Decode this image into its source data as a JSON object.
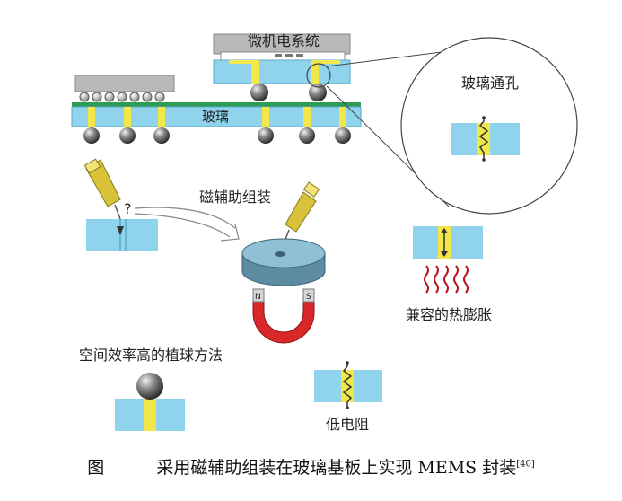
{
  "labels": {
    "mems": "微机电系统",
    "glass": "玻璃",
    "glass_via": "玻璃通孔",
    "magnetic_assembly": "磁辅助组装",
    "question_mark": "?",
    "thermal_expansion": "兼容的热膨胀",
    "ball_placement": "空间效率高的植球方法",
    "low_resistance": "低电阻",
    "magnet_n": "N",
    "magnet_s": "S"
  },
  "caption": {
    "prefix": "图",
    "text": "采用磁辅助组装在玻璃基板上实现 MEMS 封装",
    "ref": "[40]"
  },
  "colors": {
    "glass_blue": "#8fd3ec",
    "via_yellow": "#f3e64a",
    "green_layer": "#2f9a55",
    "chip_gray": "#b9b9b9",
    "ball_gray": "#555555",
    "magnet_red": "#d8282a",
    "disc_blue": "#6f9fb5",
    "heat_red": "#b4161b",
    "pen_yellow": "#d7c23a"
  }
}
